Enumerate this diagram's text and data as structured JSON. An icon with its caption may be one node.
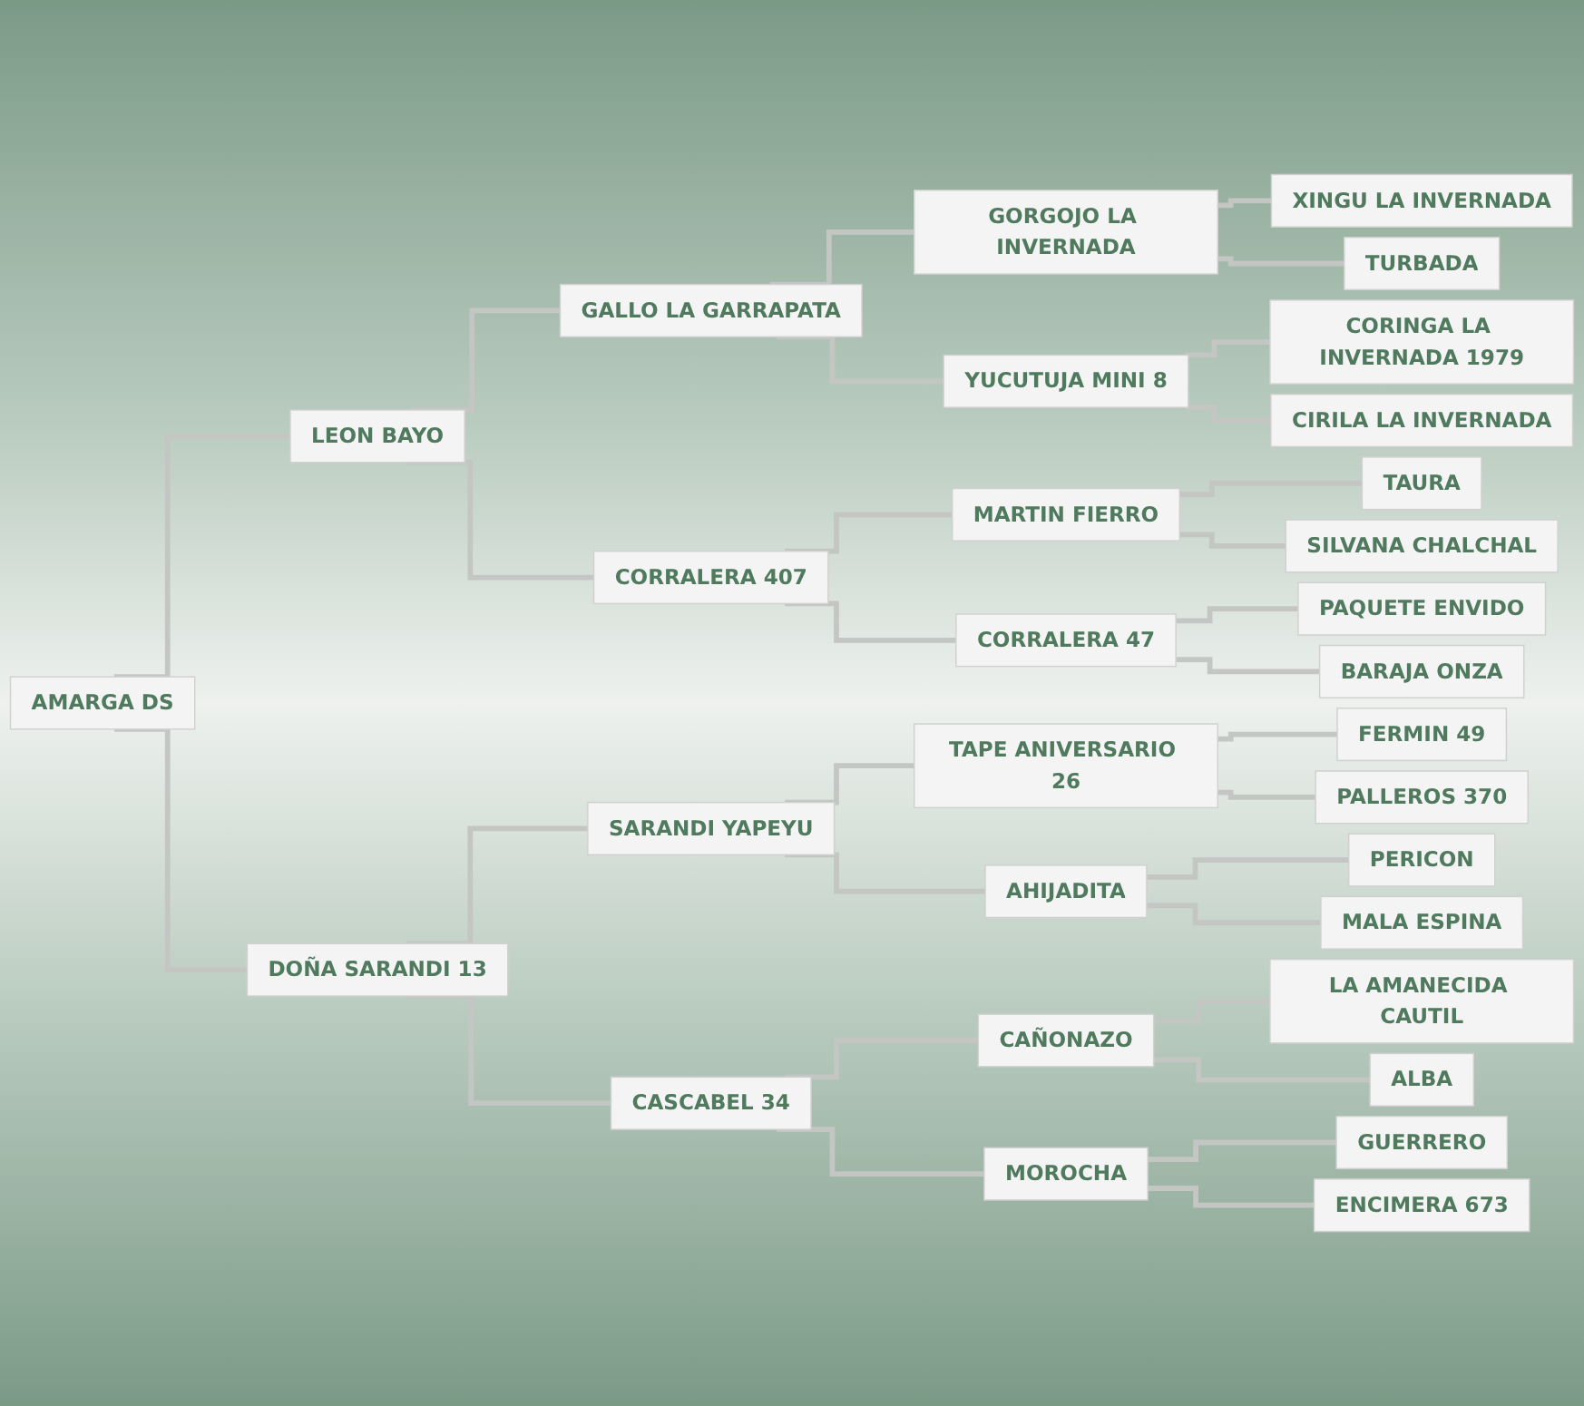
{
  "diagram": {
    "nodes": [
      {
        "text": [
          "AMARGA DS"
        ]
      },
      {
        "text": [
          "LEON BAYO"
        ]
      },
      {
        "text": [
          "DOÑA SARANDI 13"
        ]
      },
      {
        "text": [
          "GALLO LA GARRAPATA"
        ]
      },
      {
        "text": [
          "CORRALERA 407"
        ]
      },
      {
        "text": [
          "SARANDI YAPEYU"
        ]
      },
      {
        "text": [
          "CASCABEL 34"
        ]
      },
      {
        "text": [
          "GORGOJO LA INVERNADA"
        ]
      },
      {
        "text": [
          "YUCUTUJA MINI 8"
        ]
      },
      {
        "text": [
          "MARTIN FIERRO"
        ]
      },
      {
        "text": [
          "CORRALERA 47"
        ]
      },
      {
        "text": [
          "TAPE ANIVERSARIO 26"
        ]
      },
      {
        "text": [
          "AHIJADITA"
        ]
      },
      {
        "text": [
          "CAÑONAZO"
        ]
      },
      {
        "text": [
          "MOROCHA"
        ]
      },
      {
        "text": [
          "XINGU LA INVERNADA"
        ]
      },
      {
        "text": [
          "TURBADA"
        ]
      },
      {
        "text": [
          "CORINGA LA INVERNADA 1979"
        ]
      },
      {
        "text": [
          "CIRILA LA INVERNADA"
        ]
      },
      {
        "text": [
          "TAURA"
        ]
      },
      {
        "text": [
          "SILVANA CHALCHAL"
        ]
      },
      {
        "text": [
          "PAQUETE ENVIDO"
        ]
      },
      {
        "text": [
          "BARAJA ONZA"
        ]
      },
      {
        "text": [
          "FERMIN 49"
        ]
      },
      {
        "text": [
          "PALLEROS 370"
        ]
      },
      {
        "text": [
          "PERICON"
        ]
      },
      {
        "text": [
          "MALA ESPINA"
        ]
      },
      {
        "text": [
          "LA AMANECIDA CAUTIL"
        ]
      },
      {
        "text": [
          "ALBA"
        ]
      },
      {
        "text": [
          "GUERRERO"
        ]
      },
      {
        "text": [
          "ENCIMERA 673"
        ]
      }
    ],
    "edges": [
      {
        "from": 0,
        "to": 1,
        "arrow": "none"
      },
      {
        "from": 0,
        "to": 2,
        "arrow": "none"
      },
      {
        "from": 1,
        "to": 3,
        "arrow": "none"
      },
      {
        "from": 1,
        "to": 4,
        "arrow": "none"
      },
      {
        "from": 2,
        "to": 5,
        "arrow": "none"
      },
      {
        "from": 2,
        "to": 6,
        "arrow": "none"
      },
      {
        "from": 3,
        "to": 7,
        "arrow": "none"
      },
      {
        "from": 3,
        "to": 8,
        "arrow": "none"
      },
      {
        "from": 4,
        "to": 9,
        "arrow": "none"
      },
      {
        "from": 4,
        "to": 10,
        "arrow": "none"
      },
      {
        "from": 5,
        "to": 11,
        "arrow": "none"
      },
      {
        "from": 5,
        "to": 12,
        "arrow": "none"
      },
      {
        "from": 6,
        "to": 13,
        "arrow": "none"
      },
      {
        "from": 6,
        "to": 14,
        "arrow": "none"
      },
      {
        "from": 7,
        "to": 15,
        "arrow": "none"
      },
      {
        "from": 7,
        "to": 16,
        "arrow": "none"
      },
      {
        "from": 8,
        "to": 17,
        "arrow": "none"
      },
      {
        "from": 8,
        "to": 18,
        "arrow": "none"
      },
      {
        "from": 9,
        "to": 19,
        "arrow": "none"
      },
      {
        "from": 9,
        "to": 20,
        "arrow": "none"
      },
      {
        "from": 10,
        "to": 21,
        "arrow": "none"
      },
      {
        "from": 10,
        "to": 22,
        "arrow": "none"
      },
      {
        "from": 11,
        "to": 23,
        "arrow": "none"
      },
      {
        "from": 11,
        "to": 24,
        "arrow": "none"
      },
      {
        "from": 12,
        "to": 25,
        "arrow": "none"
      },
      {
        "from": 12,
        "to": 26,
        "arrow": "none"
      },
      {
        "from": 13,
        "to": 27,
        "arrow": "none"
      },
      {
        "from": 13,
        "to": 28,
        "arrow": "none"
      },
      {
        "from": 14,
        "to": 29,
        "arrow": "none"
      },
      {
        "from": 14,
        "to": 30,
        "arrow": "none"
      }
    ]
  }
}
